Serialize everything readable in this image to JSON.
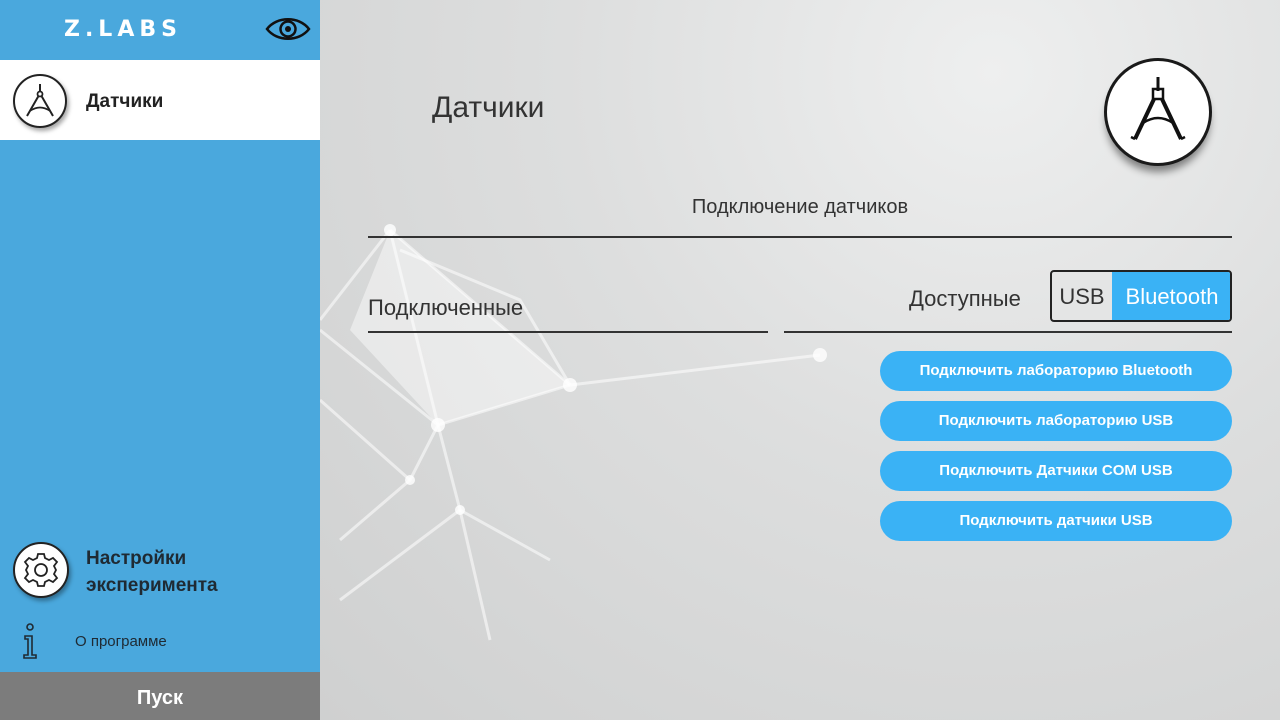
{
  "app": {
    "logo": "Z.LABS"
  },
  "sidebar": {
    "active_item": {
      "label": "Датчики",
      "icon": "compass-icon"
    },
    "settings_item": {
      "label_line1": "Настройки",
      "label_line2": "эксперимента",
      "icon": "gear-icon"
    },
    "about_item": {
      "label": "О программе",
      "icon": "info-icon"
    },
    "start_button": "Пуск"
  },
  "main": {
    "title": "Датчики",
    "section_title": "Подключение датчиков",
    "connected_title": "Подключенные",
    "available_title": "Доступные",
    "toggle": {
      "usb": "USB",
      "bluetooth": "Bluetooth",
      "selected": "Bluetooth"
    },
    "buttons": [
      "Подключить лабораторию Bluetooth",
      "Подключить лабораторию USB",
      "Подключить Датчики COM USB",
      "Подключить датчики USB"
    ]
  },
  "colors": {
    "sidebar": "#4aa8dd",
    "accent": "#3ab2f5",
    "start_bar": "#7c7c7c"
  }
}
